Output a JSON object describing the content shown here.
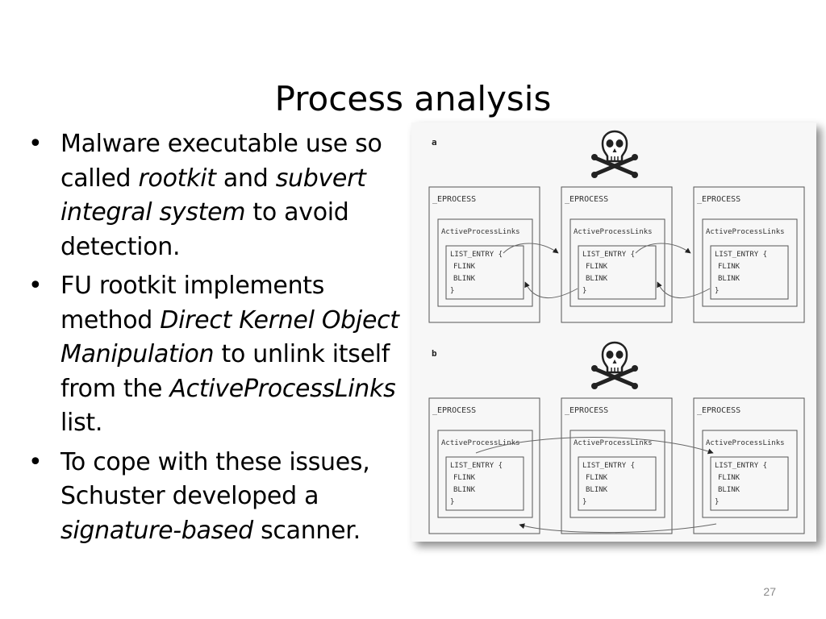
{
  "slide": {
    "title": "Process analysis",
    "page_number": "27",
    "bullets": [
      [
        {
          "t": "Malware executable use so called ",
          "i": false
        },
        {
          "t": "rootkit",
          "i": true
        },
        {
          "t": " and ",
          "i": false
        },
        {
          "t": "subvert integral system",
          "i": true
        },
        {
          "t": " to avoid detection.",
          "i": false
        }
      ],
      [
        {
          "t": "FU rootkit implements method ",
          "i": false
        },
        {
          "t": "Direct Kernel Object Manipulation",
          "i": true
        },
        {
          "t": " to unlink itself from the ",
          "i": false
        },
        {
          "t": "ActiveProcessLinks",
          "i": true
        },
        {
          "t": " list.",
          "i": false
        }
      ],
      [
        {
          "t": "To cope with these issues, Schuster developed a ",
          "i": false
        },
        {
          "t": "signature-based",
          "i": true
        },
        {
          "t": " scanner.",
          "i": false
        }
      ]
    ]
  },
  "figure": {
    "bullet_glyph": "•",
    "panel_a_label": "a",
    "panel_b_label": "b",
    "eprocess_label": "_EPROCESS",
    "apl_label": "ActiveProcessLinks",
    "list_lines": [
      "LIST_ENTRY {",
      "FLINK",
      "BLINK",
      "}"
    ],
    "skull_icon": "skull-and-crossbones-icon"
  }
}
